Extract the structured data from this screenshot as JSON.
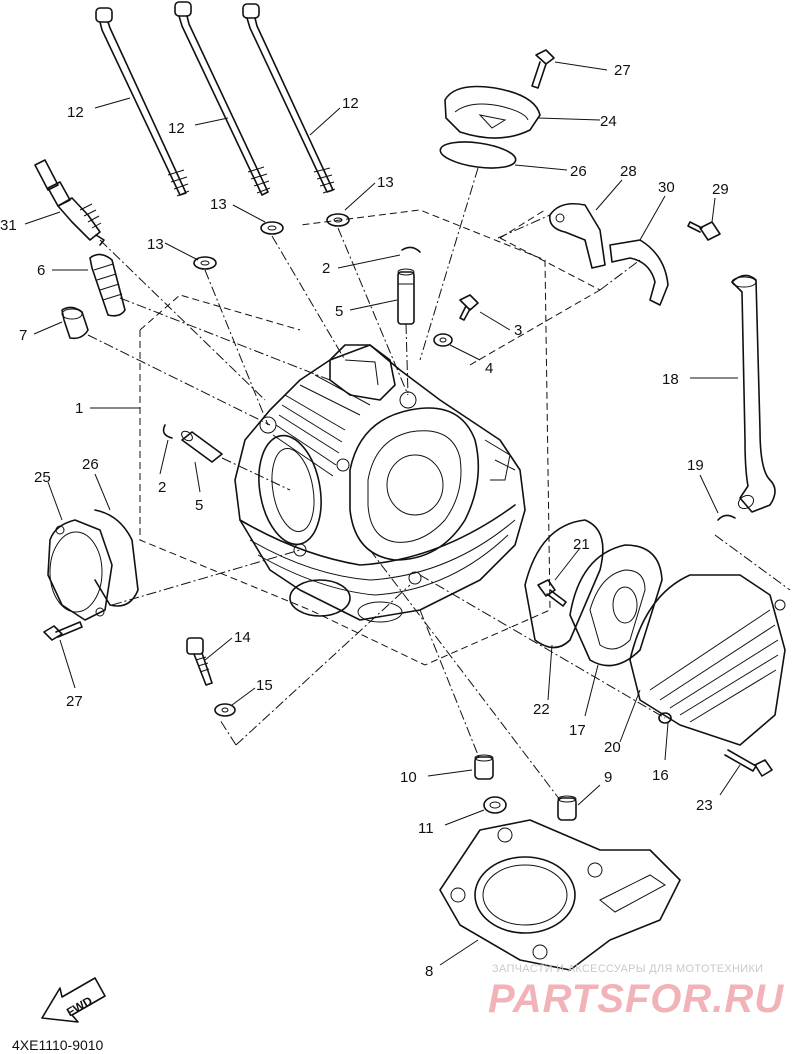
{
  "diagram": {
    "drawing_code": "4XE1110-9010",
    "fwd_label": "FWD",
    "labels": [
      {
        "id": "12a",
        "text": "12"
      },
      {
        "id": "12b",
        "text": "12"
      },
      {
        "id": "12c",
        "text": "12"
      },
      {
        "id": "13a",
        "text": "13"
      },
      {
        "id": "13b",
        "text": "13"
      },
      {
        "id": "13c",
        "text": "13"
      },
      {
        "id": "31",
        "text": "31"
      },
      {
        "id": "6",
        "text": "6"
      },
      {
        "id": "7",
        "text": "7"
      },
      {
        "id": "1",
        "text": "1"
      },
      {
        "id": "2a",
        "text": "2"
      },
      {
        "id": "2b",
        "text": "2"
      },
      {
        "id": "5a",
        "text": "5"
      },
      {
        "id": "5b",
        "text": "5"
      },
      {
        "id": "3",
        "text": "3"
      },
      {
        "id": "4",
        "text": "4"
      },
      {
        "id": "27a",
        "text": "27"
      },
      {
        "id": "27b",
        "text": "27"
      },
      {
        "id": "24",
        "text": "24"
      },
      {
        "id": "26a",
        "text": "26"
      },
      {
        "id": "26b",
        "text": "26"
      },
      {
        "id": "28",
        "text": "28"
      },
      {
        "id": "30",
        "text": "30"
      },
      {
        "id": "29",
        "text": "29"
      },
      {
        "id": "18",
        "text": "18"
      },
      {
        "id": "19",
        "text": "19"
      },
      {
        "id": "25",
        "text": "25"
      },
      {
        "id": "21",
        "text": "21"
      },
      {
        "id": "14",
        "text": "14"
      },
      {
        "id": "15",
        "text": "15"
      },
      {
        "id": "22",
        "text": "22"
      },
      {
        "id": "17",
        "text": "17"
      },
      {
        "id": "20",
        "text": "20"
      },
      {
        "id": "16",
        "text": "16"
      },
      {
        "id": "23",
        "text": "23"
      },
      {
        "id": "10",
        "text": "10"
      },
      {
        "id": "9",
        "text": "9"
      },
      {
        "id": "11",
        "text": "11"
      },
      {
        "id": "8",
        "text": "8"
      }
    ]
  },
  "watermark": {
    "tagline": "ЗАПЧАСТИ И АКСЕССУАРЫ ДЛЯ МОТОТЕХНИКИ",
    "brand": "PARTSFOR.RU",
    "brand_color": "#f2b3b8"
  }
}
